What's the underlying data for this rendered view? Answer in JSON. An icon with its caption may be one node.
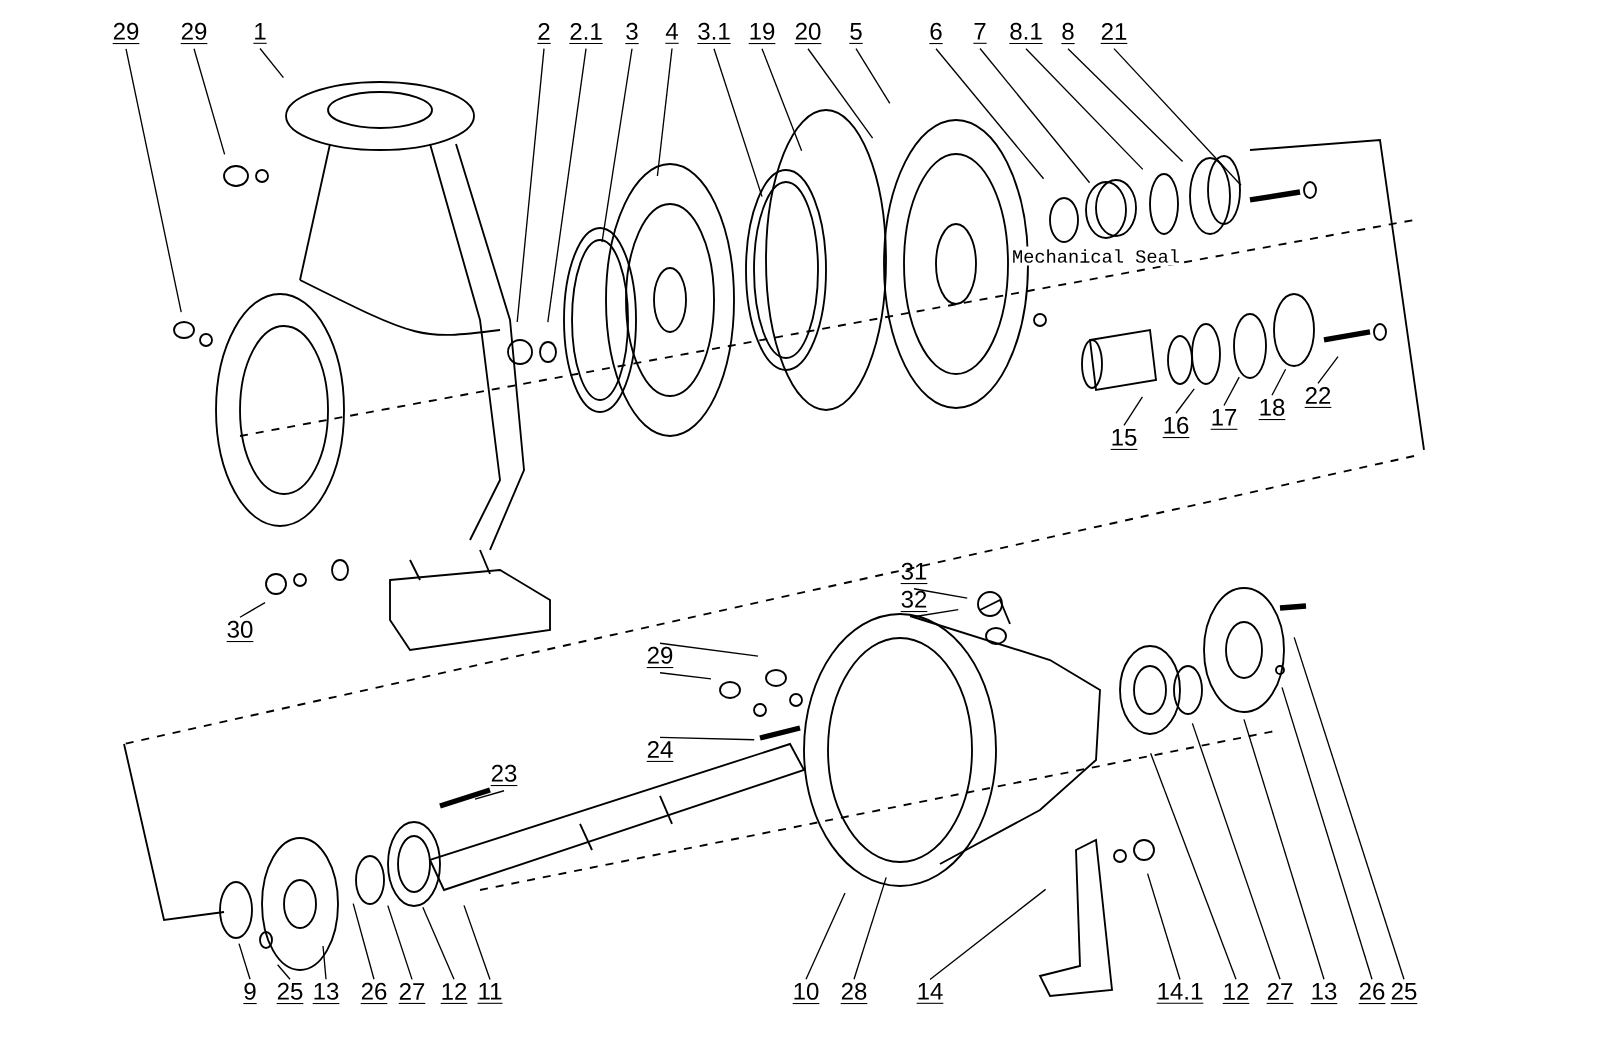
{
  "diagram": {
    "nodes": [
      {
        "text": [
          "29"
        ]
      },
      {
        "text": [
          "29"
        ]
      },
      {
        "text": [
          "1"
        ]
      },
      {
        "text": [
          "2"
        ]
      },
      {
        "text": [
          "2.1"
        ]
      },
      {
        "text": [
          "3"
        ]
      },
      {
        "text": [
          "4"
        ]
      },
      {
        "text": [
          "3.1"
        ]
      },
      {
        "text": [
          "19"
        ]
      },
      {
        "text": [
          "20"
        ]
      },
      {
        "text": [
          "5"
        ]
      },
      {
        "text": [
          "6"
        ]
      },
      {
        "text": [
          "7"
        ]
      },
      {
        "text": [
          "8.1"
        ]
      },
      {
        "text": [
          "8"
        ]
      },
      {
        "text": [
          "21"
        ]
      },
      {
        "text": [
          "15"
        ]
      },
      {
        "text": [
          "16"
        ]
      },
      {
        "text": [
          "17"
        ]
      },
      {
        "text": [
          "18"
        ]
      },
      {
        "text": [
          "22"
        ]
      },
      {
        "text": [
          "30"
        ]
      },
      {
        "text": [
          "31"
        ]
      },
      {
        "text": [
          "32"
        ]
      },
      {
        "text": [
          "29"
        ]
      },
      {
        "text": [
          "23"
        ]
      },
      {
        "text": [
          "24"
        ]
      },
      {
        "text": [
          "9"
        ]
      },
      {
        "text": [
          "25"
        ]
      },
      {
        "text": [
          "13"
        ]
      },
      {
        "text": [
          "26"
        ]
      },
      {
        "text": [
          "27"
        ]
      },
      {
        "text": [
          "12"
        ]
      },
      {
        "text": [
          "11"
        ]
      },
      {
        "text": [
          "10"
        ]
      },
      {
        "text": [
          "28"
        ]
      },
      {
        "text": [
          "14"
        ]
      },
      {
        "text": [
          "14.1"
        ]
      },
      {
        "text": [
          "12"
        ]
      },
      {
        "text": [
          "27"
        ]
      },
      {
        "text": [
          "13"
        ]
      },
      {
        "text": [
          "26"
        ]
      },
      {
        "text": [
          "25"
        ]
      }
    ],
    "edges": [
      {
        "from": 0,
        "to": null,
        "arrow": "none"
      },
      {
        "from": 1,
        "to": null,
        "arrow": "none"
      },
      {
        "from": 2,
        "to": null,
        "arrow": "none"
      },
      {
        "from": 3,
        "to": null,
        "arrow": "none"
      },
      {
        "from": 4,
        "to": null,
        "arrow": "none"
      },
      {
        "from": 5,
        "to": null,
        "arrow": "none"
      },
      {
        "from": 6,
        "to": null,
        "arrow": "none"
      },
      {
        "from": 7,
        "to": null,
        "arrow": "none"
      },
      {
        "from": 8,
        "to": null,
        "arrow": "none"
      },
      {
        "from": 9,
        "to": null,
        "arrow": "none"
      },
      {
        "from": 10,
        "to": null,
        "arrow": "none"
      },
      {
        "from": 11,
        "to": null,
        "arrow": "none"
      },
      {
        "from": 12,
        "to": null,
        "arrow": "none"
      },
      {
        "from": 13,
        "to": null,
        "arrow": "none"
      },
      {
        "from": 14,
        "to": null,
        "arrow": "none"
      },
      {
        "from": 15,
        "to": null,
        "arrow": "none"
      },
      {
        "from": 16,
        "to": null,
        "arrow": "none"
      },
      {
        "from": 17,
        "to": null,
        "arrow": "none"
      },
      {
        "from": 18,
        "to": null,
        "arrow": "none"
      },
      {
        "from": 19,
        "to": null,
        "arrow": "none"
      },
      {
        "from": 20,
        "to": null,
        "arrow": "none"
      },
      {
        "from": 21,
        "to": null,
        "arrow": "none"
      },
      {
        "from": 22,
        "to": null,
        "arrow": "none"
      },
      {
        "from": 23,
        "to": null,
        "arrow": "none"
      },
      {
        "from": 24,
        "to": null,
        "arrow": "none"
      },
      {
        "from": 24,
        "to": null,
        "arrow": "none"
      },
      {
        "from": 25,
        "to": null,
        "arrow": "none"
      },
      {
        "from": 26,
        "to": null,
        "arrow": "none"
      },
      {
        "from": 27,
        "to": null,
        "arrow": "none"
      },
      {
        "from": 28,
        "to": null,
        "arrow": "none"
      },
      {
        "from": 29,
        "to": null,
        "arrow": "none"
      },
      {
        "from": 30,
        "to": null,
        "arrow": "none"
      },
      {
        "from": 31,
        "to": null,
        "arrow": "none"
      },
      {
        "from": 32,
        "to": null,
        "arrow": "none"
      },
      {
        "from": 33,
        "to": null,
        "arrow": "none"
      },
      {
        "from": 34,
        "to": null,
        "arrow": "none"
      },
      {
        "from": 35,
        "to": null,
        "arrow": "none"
      },
      {
        "from": 36,
        "to": null,
        "arrow": "none"
      },
      {
        "from": 37,
        "to": null,
        "arrow": "none"
      },
      {
        "from": 38,
        "to": null,
        "arrow": "none"
      },
      {
        "from": 39,
        "to": null,
        "arrow": "none"
      },
      {
        "from": 40,
        "to": null,
        "arrow": "none"
      },
      {
        "from": 41,
        "to": null,
        "arrow": "none"
      },
      {
        "from": 42,
        "to": null,
        "arrow": "none"
      }
    ],
    "labels": [
      "Mechanical Seal"
    ]
  }
}
